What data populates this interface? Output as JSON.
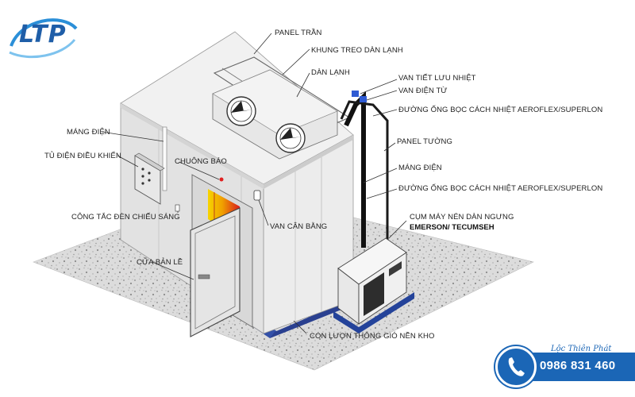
{
  "brand": {
    "logo_text": "LTP",
    "contact_name": "Lộc Thiên Phát",
    "contact_phone": "0986 831 460",
    "primary_color": "#1b66b6"
  },
  "labels": {
    "panel_tran": "PANEL TRẦN",
    "khung_treo": "KHUNG TREO DÀN LẠNH",
    "dan_lanh": "DÀN LẠNH",
    "van_tiet_luu": "VAN TIẾT LƯU NHIỆT",
    "van_dien_tu": "VAN ĐIỆN TỪ",
    "duong_ong_1": "ĐƯỜNG ỐNG BỌC CÁCH NHIỆT AEROFLEX/SUPERLON",
    "mang_dien_left": "MÁNG ĐIỆN",
    "tu_dien": "TỦ ĐIỆN ĐIỀU KHIỂN",
    "chuong_bao": "CHUÔNG BÁO",
    "panel_tuong": "PANEL TƯỜNG",
    "mang_dien_right": "MÁNG ĐIỆN",
    "duong_ong_2": "ĐƯỜNG ỐNG BỌC CÁCH NHIỆT AEROFLEX/SUPERLON",
    "cong_tac": "CÔNG TẮC ĐÈN CHIẾU SÁNG",
    "van_can_bang": "VAN CÂN BẰNG",
    "cum_may_nen": "CỤM MÁY NÉN DÀN NGƯNG",
    "cum_may_nen_brand": "EMERSON/ TECUMSEH",
    "cua_ban_le": "CỬA BẢN LỀ",
    "con_luon": "CON LƯƠN THÔNG GIÓ NỀN KHO"
  }
}
